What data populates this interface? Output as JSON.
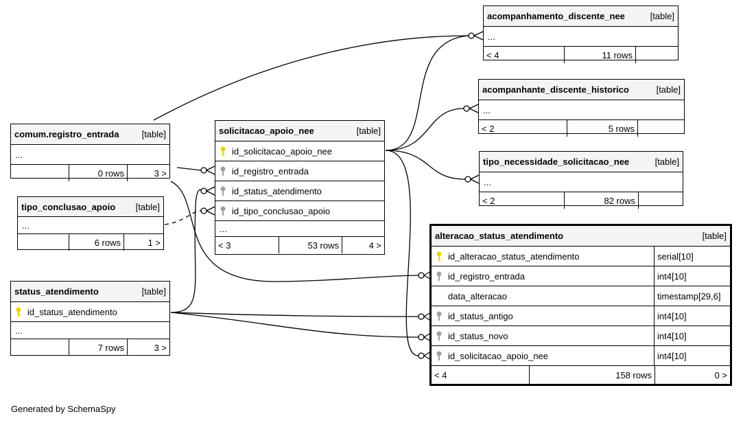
{
  "footer": "Generated by SchemaSpy",
  "tables": {
    "acompanhamento": {
      "name": "acompanhamento_discente_nee",
      "kind": "[table]",
      "ellipsis": "...",
      "prev": "< 4",
      "rows": "11 rows",
      "next": ""
    },
    "historico": {
      "name": "acompanhante_discente_historico",
      "kind": "[table]",
      "ellipsis": "...",
      "prev": "< 2",
      "rows": "5 rows",
      "next": ""
    },
    "tipo_necessidade": {
      "name": "tipo_necessidade_solicitacao_nee",
      "kind": "[table]",
      "ellipsis": "...",
      "prev": "< 2",
      "rows": "82 rows",
      "next": ""
    },
    "registro_entrada": {
      "name": "comum.registro_entrada",
      "kind": "[table]",
      "ellipsis": "...",
      "prev": "",
      "rows": "0 rows",
      "next": "3 >"
    },
    "tipo_conclusao": {
      "name": "tipo_conclusao_apoio",
      "kind": "[table]",
      "ellipsis": "...",
      "prev": "",
      "rows": "6 rows",
      "next": "1 >"
    },
    "status_atendimento": {
      "name": "status_atendimento",
      "kind": "[table]",
      "col1": "id_status_atendimento",
      "ellipsis": "...",
      "prev": "",
      "rows": "7 rows",
      "next": "3 >"
    },
    "solicitacao": {
      "name": "solicitacao_apoio_nee",
      "kind": "[table]",
      "cols": [
        "id_solicitacao_apoio_nee",
        "id_registro_entrada",
        "id_status_atendimento",
        "id_tipo_conclusao_apoio"
      ],
      "ellipsis": "...",
      "prev": "< 3",
      "rows": "53 rows",
      "next": "4 >"
    },
    "alteracao": {
      "name": "alteracao_status_atendimento",
      "kind": "[table]",
      "cols": [
        {
          "name": "id_alteracao_status_atendimento",
          "type": "serial[10]"
        },
        {
          "name": "id_registro_entrada",
          "type": "int4[10]"
        },
        {
          "name": "data_alteracao",
          "type": "timestamp[29,6]"
        },
        {
          "name": "id_status_antigo",
          "type": "int4[10]"
        },
        {
          "name": "id_status_novo",
          "type": "int4[10]"
        },
        {
          "name": "id_solicitacao_apoio_nee",
          "type": "int4[10]"
        }
      ],
      "prev": "< 4",
      "rows": "158 rows",
      "next": "0 >"
    }
  },
  "colors": {
    "primary_key": "#e8d20e",
    "foreign_key": "#a0a0a0",
    "header_bg": "#f4f4f4"
  }
}
